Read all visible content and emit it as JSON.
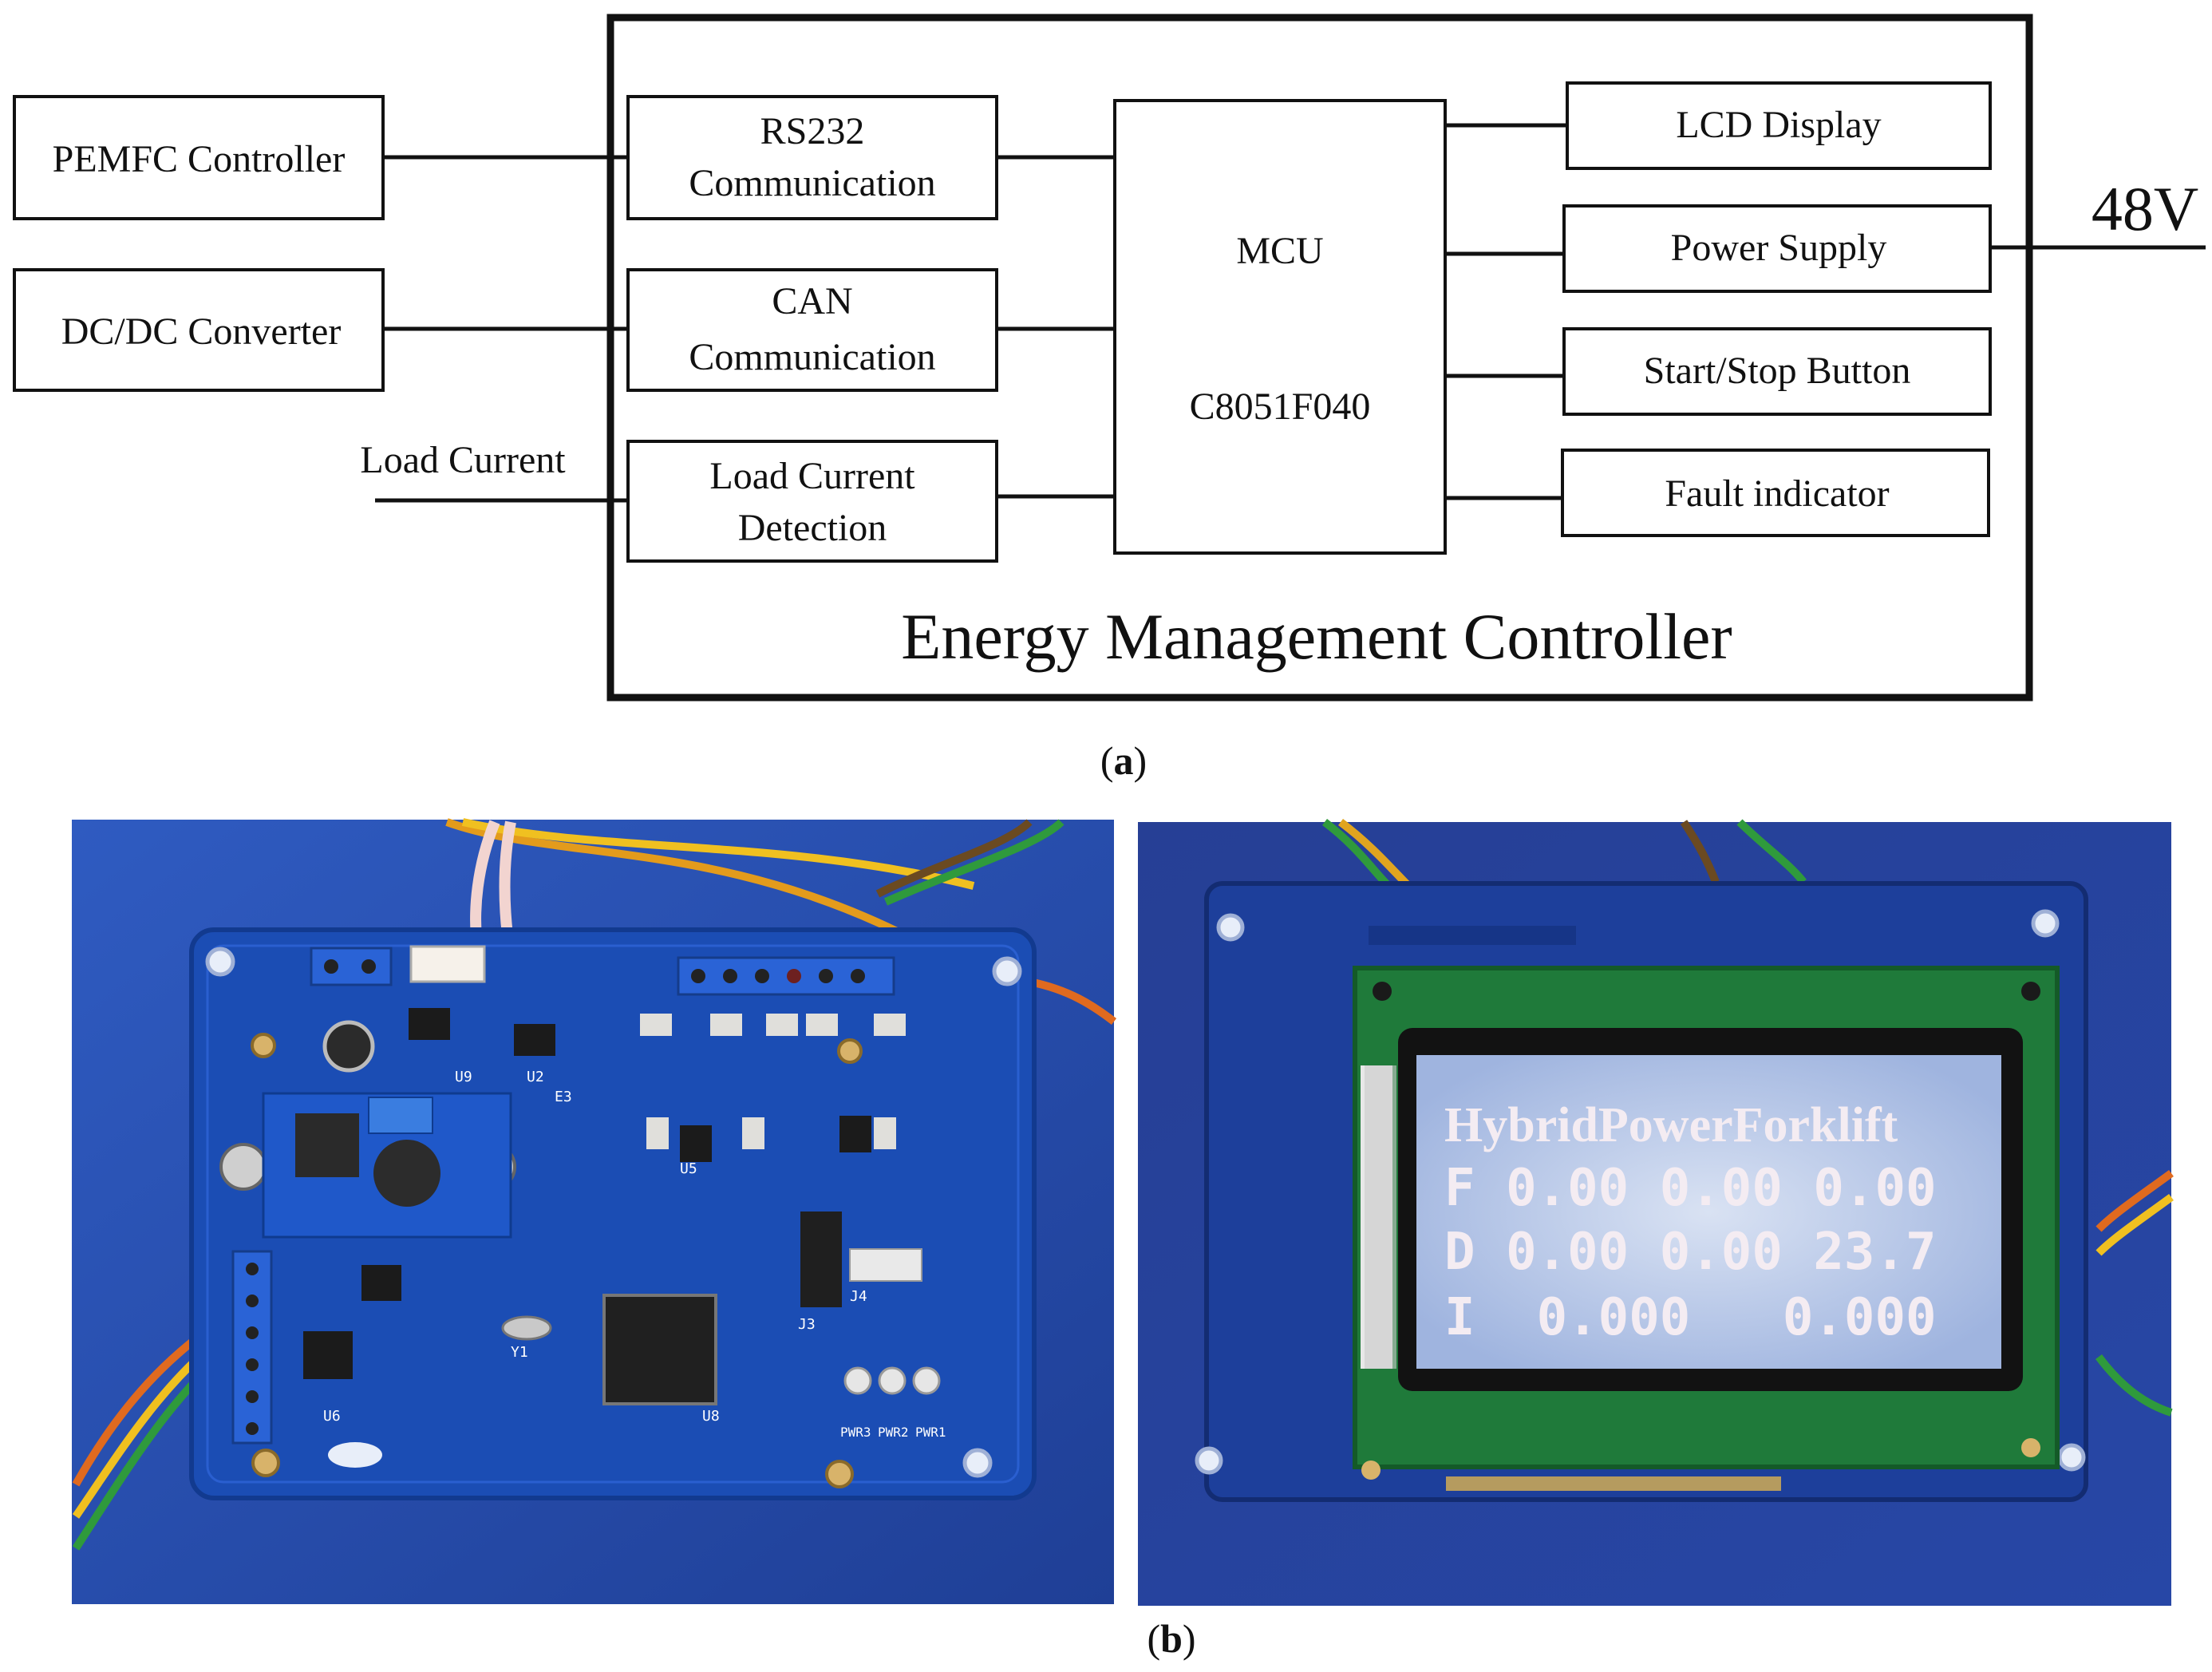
{
  "diagram": {
    "title": "Energy Management Controller",
    "blocks": {
      "pemfc": "PEMFC Controller",
      "dcdc": "DC/DC Converter",
      "rs232_1": "RS232",
      "rs232_2": "Communication",
      "can_1": "CAN",
      "can_2": "Communication",
      "load_1": "Load Current",
      "load_2": "Detection",
      "mcu_1": "MCU",
      "mcu_2": "C8051F040",
      "lcd": "LCD Display",
      "power": "Power Supply",
      "startstop": "Start/Stop Button",
      "fault": "Fault indicator"
    },
    "input_label": "Load Current",
    "voltage_label": "48V"
  },
  "captions": {
    "a": "a",
    "b": "b"
  },
  "photo_left": {
    "board_labels": [
      "U9",
      "U2",
      "E3",
      "U5",
      "U6",
      "U8",
      "J3",
      "J4",
      "Y1",
      "PWR3",
      "PWR2",
      "PWR1"
    ]
  },
  "photo_right": {
    "lcd_lines": [
      "HybridPowerForklift",
      "F 0.00 0.00 0.00",
      "D 0.00 0.00 23.7",
      "I  0.000   0.000"
    ]
  },
  "colors": {
    "photo_bg": "#2a4fb0",
    "pcb": "#1747a6",
    "lcd_green": "#1f7a3a",
    "lcd_screen": "#c7d3ea",
    "lcd_text": "#f4f0f8"
  }
}
